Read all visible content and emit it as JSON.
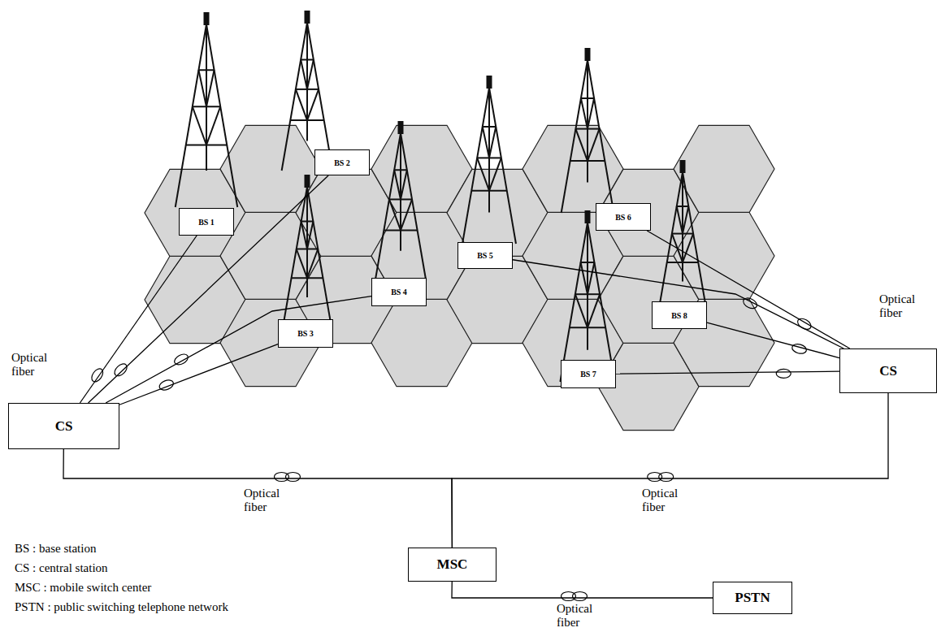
{
  "diagram": {
    "nodes": [
      {
        "text": [
          "BS 1"
        ]
      },
      {
        "text": [
          "BS 2"
        ]
      },
      {
        "text": [
          "BS 3"
        ]
      },
      {
        "text": [
          "BS 4"
        ]
      },
      {
        "text": [
          "BS 5"
        ]
      },
      {
        "text": [
          "BS 6"
        ]
      },
      {
        "text": [
          "BS 7"
        ]
      },
      {
        "text": [
          "BS 8"
        ]
      },
      {
        "text": [
          "CS"
        ]
      },
      {
        "text": [
          "CS"
        ]
      },
      {
        "text": [
          "MSC"
        ]
      },
      {
        "text": [
          "PSTN"
        ]
      }
    ],
    "edges": [
      {
        "from": 8,
        "to": 0,
        "arrow": "none"
      },
      {
        "from": 8,
        "to": 1,
        "arrow": "none"
      },
      {
        "from": 8,
        "to": 2,
        "arrow": "none"
      },
      {
        "from": 8,
        "to": 3,
        "arrow": "none"
      },
      {
        "from": 9,
        "to": 4,
        "arrow": "none"
      },
      {
        "from": 9,
        "to": 5,
        "arrow": "none"
      },
      {
        "from": 9,
        "to": 6,
        "arrow": "none"
      },
      {
        "from": 9,
        "to": 7,
        "arrow": "none"
      },
      {
        "from": 8,
        "to": 10,
        "arrow": "none"
      },
      {
        "from": 10,
        "to": 9,
        "arrow": "none"
      },
      {
        "from": 10,
        "to": 11,
        "arrow": "none"
      }
    ],
    "labels": [
      "Optical fiber",
      "Optical fiber",
      "Optical fiber",
      "Optical fiber",
      "BS : base station",
      "CS : central station",
      "MSC : mobile switch center",
      "PSTN : public switching telephone network",
      "Optical fiber"
    ]
  }
}
